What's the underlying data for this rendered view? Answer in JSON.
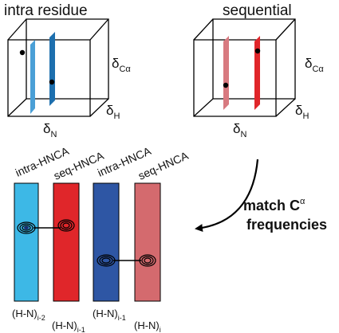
{
  "panels": {
    "intra": {
      "title": "intra residue"
    },
    "sequential": {
      "title": "sequential"
    }
  },
  "axes": {
    "ca": {
      "symbol": "δ",
      "sub": "Cα"
    },
    "h": {
      "symbol": "δ",
      "sub": "H"
    },
    "n": {
      "symbol": "δ",
      "sub": "N"
    }
  },
  "strips": [
    {
      "experiment": "intra-HNCA",
      "label": "(H-N)",
      "sub": "i-2",
      "color": "#3db8e6"
    },
    {
      "experiment": "seq-HNCA",
      "label": "(H-N)",
      "sub": "i-1",
      "color": "#e0262a"
    },
    {
      "experiment": "intra-HNCA",
      "label": "(H-N)",
      "sub": "i-1",
      "color": "#2e56a4"
    },
    {
      "experiment": "seq-HNCA",
      "label": "(H-N)",
      "sub": "i",
      "color": "#d46a6e"
    }
  ],
  "plane_colors": {
    "intra": [
      "#4a9fd6",
      "#1d6fae"
    ],
    "sequential": [
      "#d87a80",
      "#e0262a"
    ]
  },
  "annotation": {
    "line1_prefix": "match C",
    "line1_sup": "α",
    "line2": "frequencies"
  }
}
